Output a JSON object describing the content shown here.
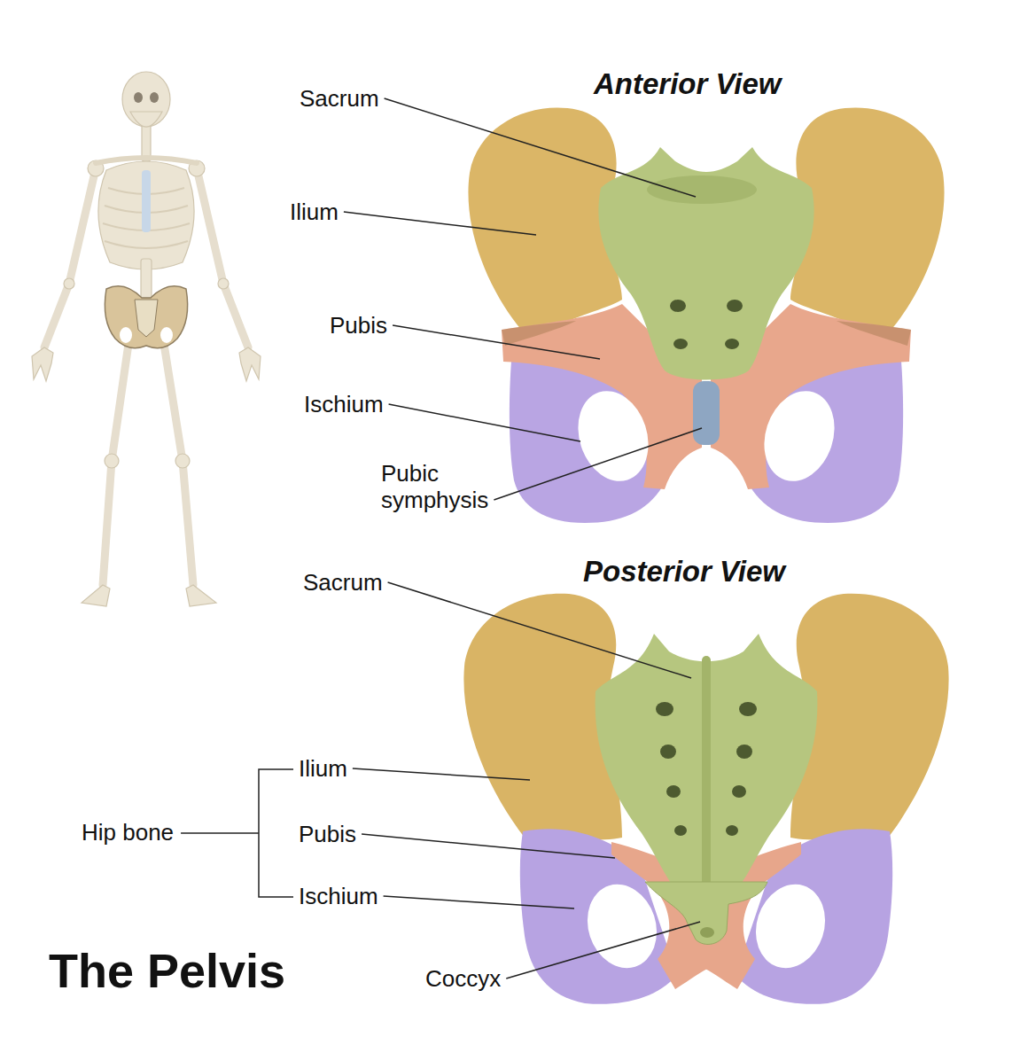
{
  "diagram": {
    "title": "The Pelvis",
    "labels": [
      "Anterior View",
      "Sacrum",
      "Ilium",
      "Pubis",
      "Ischium",
      "Pubic symphysis",
      "Posterior View",
      "Sacrum",
      "Hip bone",
      "Ilium",
      "Pubis",
      "Ischium",
      "Coccyx"
    ]
  }
}
